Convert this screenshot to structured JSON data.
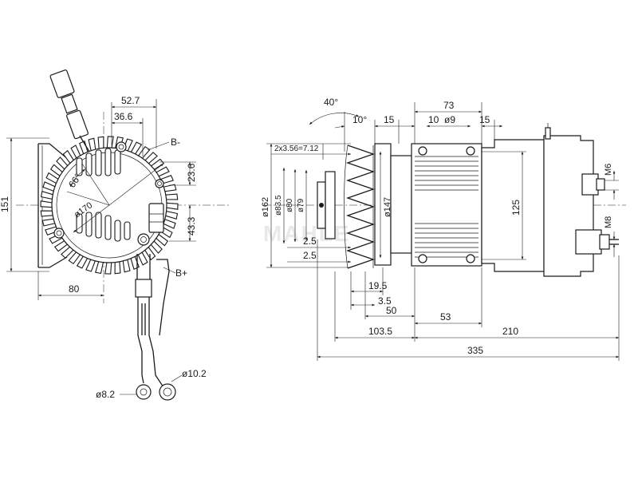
{
  "watermark": "MAHLE",
  "views": {
    "end_view": {
      "dims": {
        "d52_7": "52.7",
        "d36_6": "36.6",
        "d151": "151",
        "d23_6": "23.6",
        "d43_3": "43.3",
        "d80": "80",
        "a66": "66°",
        "dia170": "ø170",
        "dia10_2": "ø10.2",
        "dia8_2": "ø8.2"
      },
      "terminals": {
        "b_minus": "B-",
        "b_plus": "B+"
      }
    },
    "side_view": {
      "dims": {
        "a40": "40°",
        "a10": "10°",
        "d15_left": "15",
        "d73": "73",
        "d10": "10",
        "dia9": "ø9",
        "d15_right": "15",
        "groove": "2x3.56=7.12",
        "dia162": "ø162",
        "dia83_5": "ø83.5",
        "dia80": "ø80",
        "dia79": "ø79",
        "dia147": "ø147",
        "d125": "125",
        "m6": "M6",
        "m8": "M8",
        "d2_5a": "2.5",
        "d2_5b": "2.5",
        "d19_5": "19.5",
        "d3_5": "3.5",
        "d50": "50",
        "d53": "53",
        "d103_5": "103.5",
        "d210": "210",
        "d335": "335"
      }
    }
  }
}
